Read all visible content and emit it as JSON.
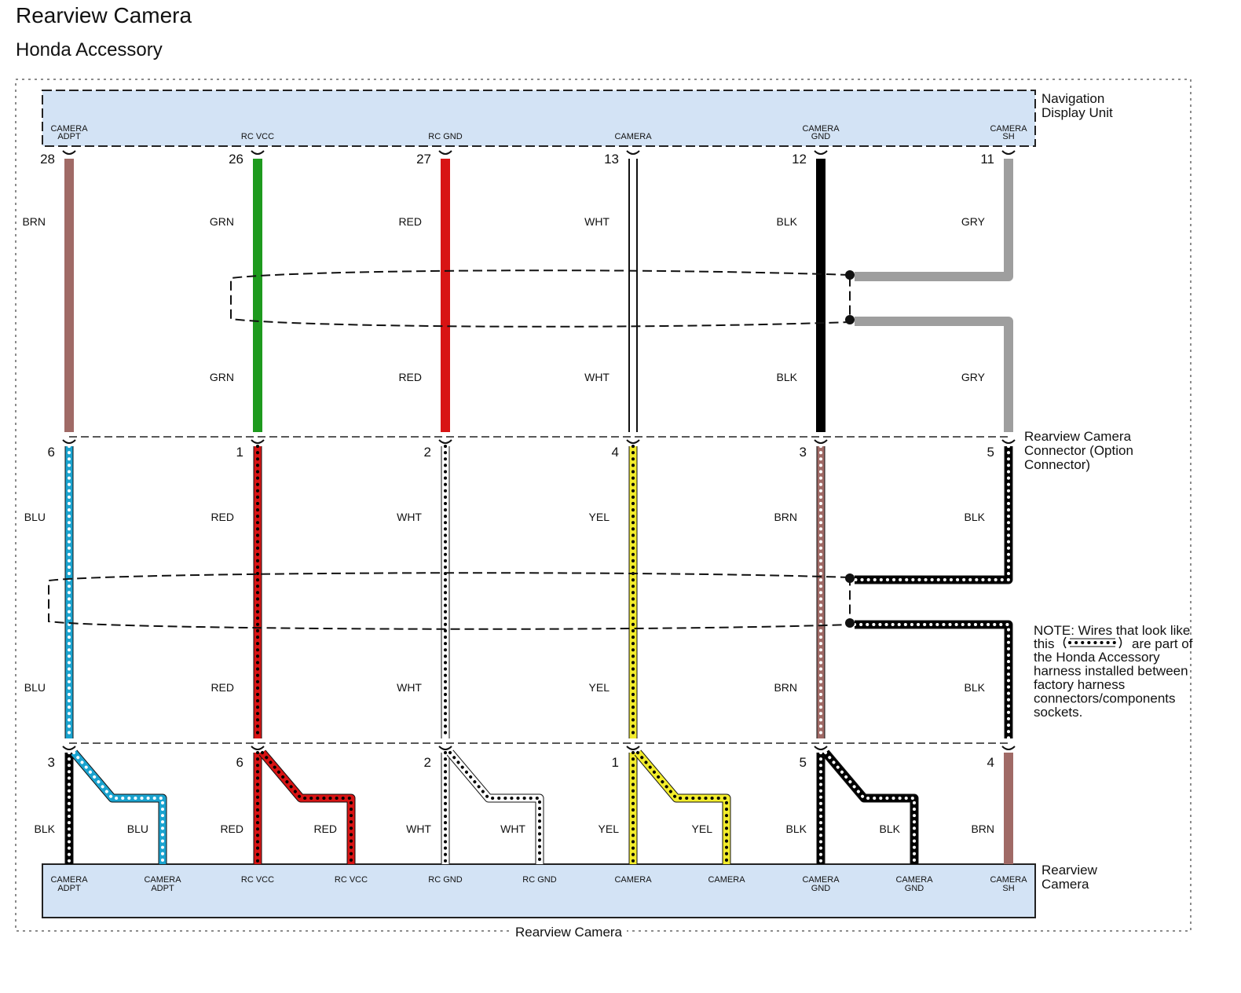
{
  "page": {
    "title": "Rearview Camera",
    "subtitle": "Honda Accessory",
    "frame_label": "Rearview Camera",
    "note_lines": [
      "NOTE: Wires that look like",
      "this",
      "are part of",
      "the Honda Accessory",
      "harness installed between",
      "factory harness",
      "connectors/components",
      "sockets."
    ]
  },
  "components": {
    "nav_unit": [
      "Navigation",
      "Display Unit"
    ],
    "option_connector": [
      "Rearview Camera",
      "Connector (Option",
      "Connector)"
    ],
    "camera": [
      "Rearview",
      "Camera"
    ]
  },
  "colors": {
    "BRN": "#a06a66",
    "GRN": "#1e9a1e",
    "RED": "#d81414",
    "WHT": "#ffffff",
    "BLK": "#000000",
    "GRY": "#9e9e9e",
    "BLU": "#1aa3cf",
    "YEL": "#f2ec2c",
    "box_fill": "#d3e3f5"
  },
  "circuits": [
    {
      "id": "camera-adpt",
      "nav": {
        "label": [
          "CAMERA",
          "ADPT"
        ],
        "pin": "28",
        "top": "BRN",
        "top2": null
      },
      "option": {
        "pin": "6",
        "color": "BLU"
      },
      "camera_pin": "3",
      "camera": [
        {
          "label": [
            "CAMERA",
            "ADPT"
          ],
          "color": "BLK"
        },
        {
          "label": [
            "CAMERA",
            "ADPT"
          ],
          "color": "BLU"
        }
      ]
    },
    {
      "id": "rc-vcc",
      "nav": {
        "label": [
          "RC VCC"
        ],
        "pin": "26",
        "top": "GRN",
        "top2": "GRN"
      },
      "option": {
        "pin": "1",
        "color": "RED"
      },
      "camera_pin": "6",
      "camera": [
        {
          "label": [
            "RC VCC"
          ],
          "color": "RED"
        },
        {
          "label": [
            "RC VCC"
          ],
          "color": "RED"
        }
      ]
    },
    {
      "id": "rc-gnd",
      "nav": {
        "label": [
          "RC GND"
        ],
        "pin": "27",
        "top": "RED",
        "top2": "RED"
      },
      "option": {
        "pin": "2",
        "color": "WHT"
      },
      "camera_pin": "2",
      "camera": [
        {
          "label": [
            "RC GND"
          ],
          "color": "WHT"
        },
        {
          "label": [
            "RC GND"
          ],
          "color": "WHT"
        }
      ]
    },
    {
      "id": "camera",
      "nav": {
        "label": [
          "CAMERA"
        ],
        "pin": "13",
        "top": "WHT",
        "top2": "WHT"
      },
      "option": {
        "pin": "4",
        "color": "YEL"
      },
      "camera_pin": "1",
      "camera": [
        {
          "label": [
            "CAMERA"
          ],
          "color": "YEL"
        },
        {
          "label": [
            "CAMERA"
          ],
          "color": "YEL"
        }
      ]
    },
    {
      "id": "camera-gnd",
      "nav": {
        "label": [
          "CAMERA",
          "GND"
        ],
        "pin": "12",
        "top": "BLK",
        "top2": "BLK"
      },
      "option": {
        "pin": "3",
        "color": "BRN"
      },
      "camera_pin": "5",
      "camera": [
        {
          "label": [
            "CAMERA",
            "GND"
          ],
          "color": "BLK"
        },
        {
          "label": [
            "CAMERA",
            "GND"
          ],
          "color": "BLK"
        }
      ]
    },
    {
      "id": "camera-sh",
      "nav": {
        "label": [
          "CAMERA",
          "SH"
        ],
        "pin": "11",
        "top": "GRY",
        "top2": "GRY"
      },
      "option": {
        "pin": "5",
        "color": "BLK"
      },
      "camera_pin": "4",
      "camera": [
        {
          "label": [
            "CAMERA",
            "SH"
          ],
          "color": "BRN"
        }
      ]
    }
  ]
}
